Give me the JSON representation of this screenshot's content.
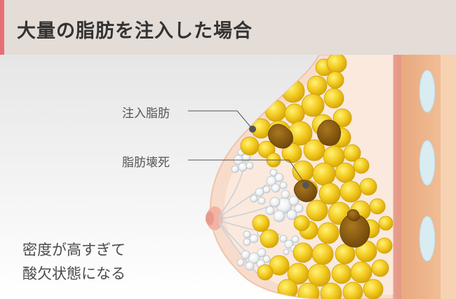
{
  "header": {
    "title": "大量の脂肪を注入した場合",
    "accent_color": "#e56f74",
    "background_color": "#e4dcd7"
  },
  "labels": {
    "injected_fat": "注入脂肪",
    "fat_necrosis": "脂肪壊死"
  },
  "caption": {
    "line1": "密度が高すぎて",
    "line2": "酸欠状態になる"
  },
  "colors": {
    "fat_yellow": "#f2c818",
    "necrosis_brown": "#8a5a12",
    "skin": "#f7d8c6",
    "muscle": "#e9a898"
  }
}
